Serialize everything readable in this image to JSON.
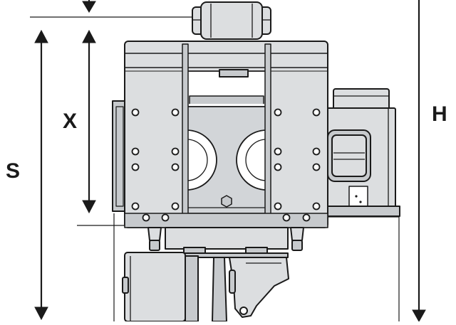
{
  "diagram": {
    "labels": {
      "s": "S",
      "x": "X",
      "h": "H"
    },
    "colors": {
      "metal": "#dcdee0",
      "metal_dark": "#c7cacd",
      "outline": "#1a1a1a",
      "background": "#ffffff"
    }
  }
}
